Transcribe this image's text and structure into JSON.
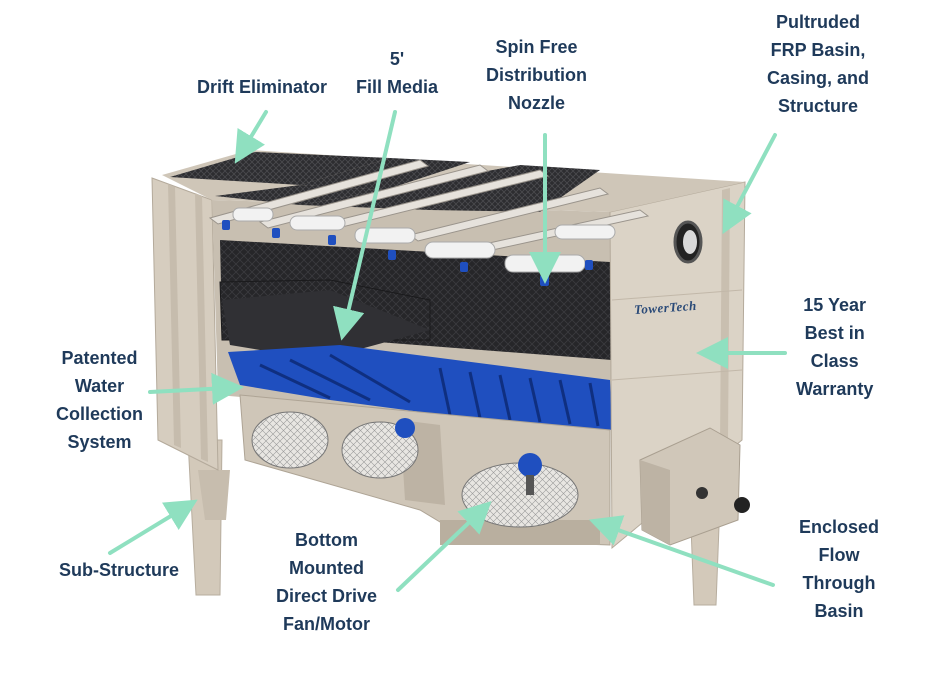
{
  "labels": {
    "drift_eliminator": "Drift Eliminator",
    "fill_media": [
      "5'",
      "Fill Media"
    ],
    "nozzle": [
      "Spin Free",
      "Distribution",
      "Nozzle"
    ],
    "frp": [
      "Pultruded",
      "FRP Basin,",
      "Casing, and",
      "Structure"
    ],
    "warranty": [
      "15 Year",
      "Best in",
      "Class",
      "Warranty"
    ],
    "water_collection": [
      "Patented",
      "Water",
      "Collection",
      "System"
    ],
    "sub_structure": "Sub-Structure",
    "fan_motor": [
      "Bottom",
      "Mounted",
      "Direct Drive",
      "Fan/Motor"
    ],
    "basin": [
      "Enclosed",
      "Flow",
      "Through",
      "Basin"
    ]
  },
  "brand_logo": "TowerTech",
  "colors": {
    "label_text": "#1f3a5a",
    "arrow": "#8fe0c0",
    "casing": "#d6cdbf",
    "fill_media": "#2b2b2e",
    "collection": "#1f4fbf"
  }
}
